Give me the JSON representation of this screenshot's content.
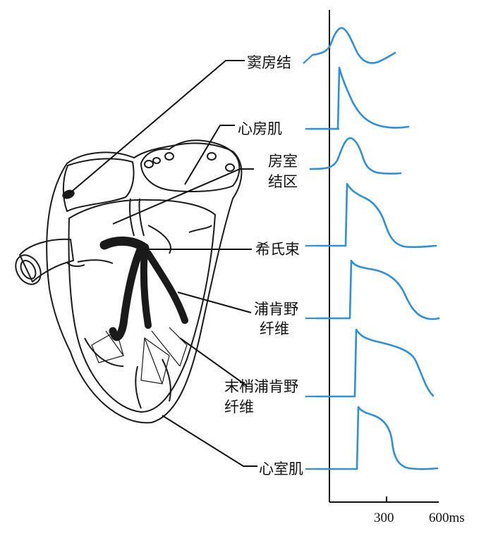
{
  "labels": {
    "sa_node": "窦房结",
    "atrial_muscle": "心房肌",
    "av_zone_line1": "房室",
    "av_zone_line2": "结区",
    "his_bundle": "希氏束",
    "purkinje_line1": "浦肯野",
    "purkinje_line2": "纤维",
    "terminal_purkinje_line1": "末梢浦肯野",
    "terminal_purkinje_line2": "纤维",
    "ventricular_muscle": "心室肌"
  },
  "time_axis": {
    "tick_300": "300",
    "tick_600": "600ms"
  },
  "colors": {
    "waveform": "#2f8fd8",
    "heart_fill_light": "#e8f3fb",
    "heart_fill_mid": "#a9d2ef",
    "conduction_path": "#1a1a1a"
  }
}
